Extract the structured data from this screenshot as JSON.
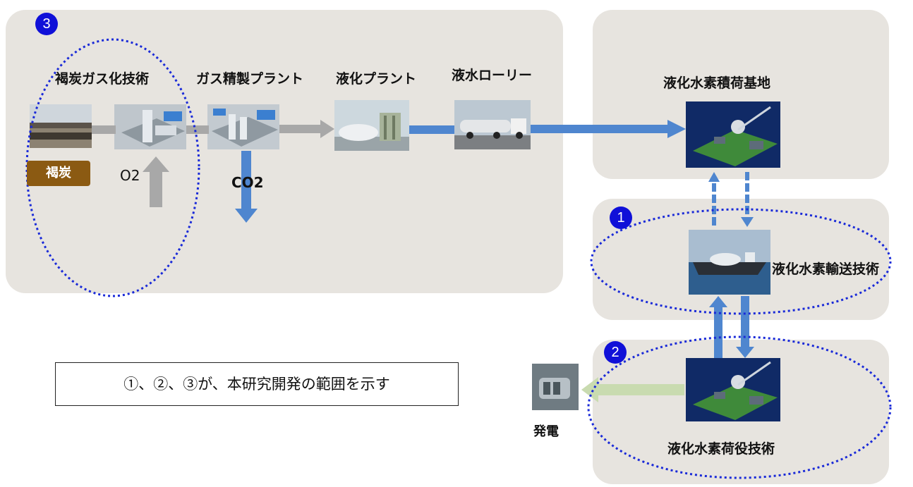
{
  "labels": {
    "coal_gasification": "褐炭ガス化技術",
    "gas_refining": "ガス精製プラント",
    "liquefaction": "液化プラント",
    "lh2_truck": "液水ローリー",
    "loading_base": "液化水素積荷基地",
    "transport_tech": "液化水素輸送技術",
    "handling_tech": "液化水素荷役技術",
    "power_generation": "発電",
    "brown_coal": "褐炭",
    "o2": "O2",
    "co2": "CO2"
  },
  "badges": {
    "b1": "1",
    "b2": "2",
    "b3": "3"
  },
  "note": "①、②、③が、本研究開発の範囲を示す",
  "colors": {
    "panel": "#e7e4df",
    "arrow_gray": "#a8a8a8",
    "arrow_blue": "#4f86cf",
    "arrow_green": "#c9dbb0",
    "badge": "#1010d8",
    "dotted": "#1a2ad8",
    "coal_box": "#8b5a12"
  }
}
